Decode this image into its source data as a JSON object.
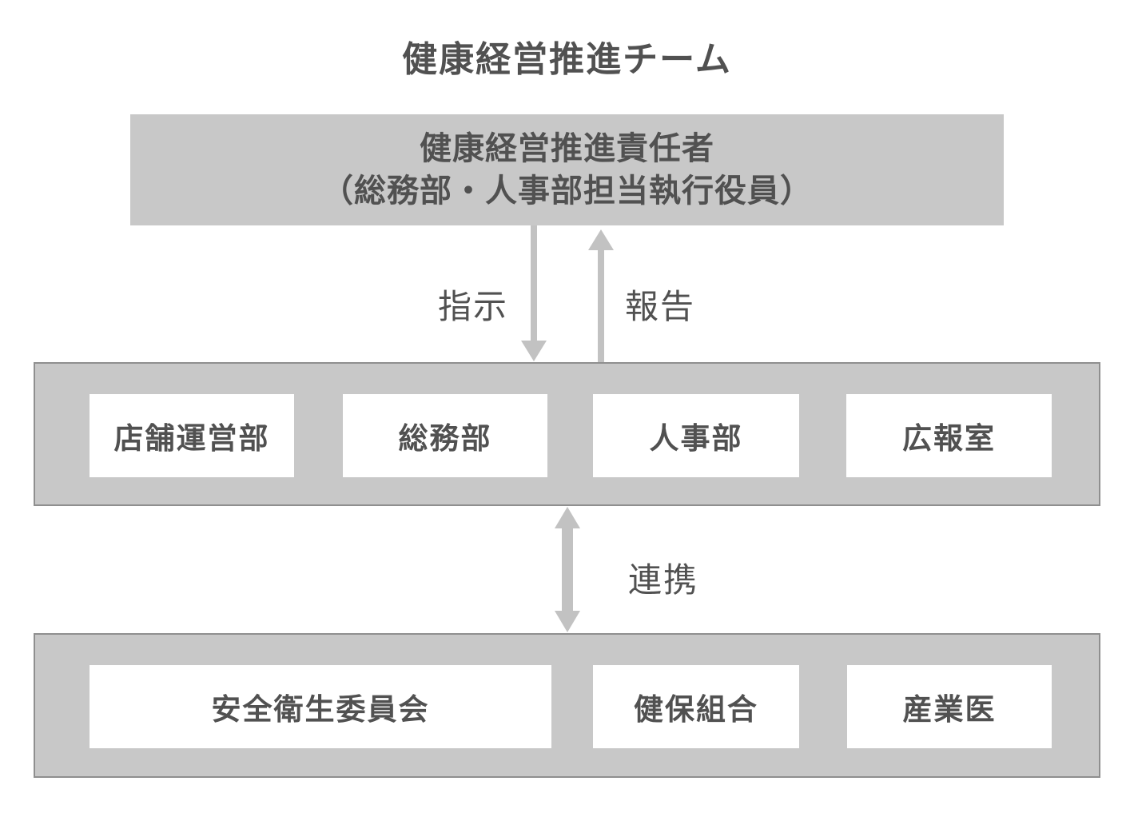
{
  "diagram": {
    "title": "健康経営推進チーム",
    "leader_box": {
      "line1": "健康経営推進責任者",
      "line2": "（総務部・人事部担当執行役員）"
    },
    "flows": {
      "instruction": "指示",
      "report": "報告",
      "cooperation": "連携"
    },
    "departments": [
      "店舗運営部",
      "総務部",
      "人事部",
      "広報室"
    ],
    "partners": [
      "安全衛生委員会",
      "健保組合",
      "産業医"
    ]
  },
  "colors": {
    "band_fill": "#c8c8c8",
    "band_border": "#8f8f8f",
    "box_fill": "#ffffff",
    "arrow": "#c2c2c2",
    "text": "#515151"
  }
}
